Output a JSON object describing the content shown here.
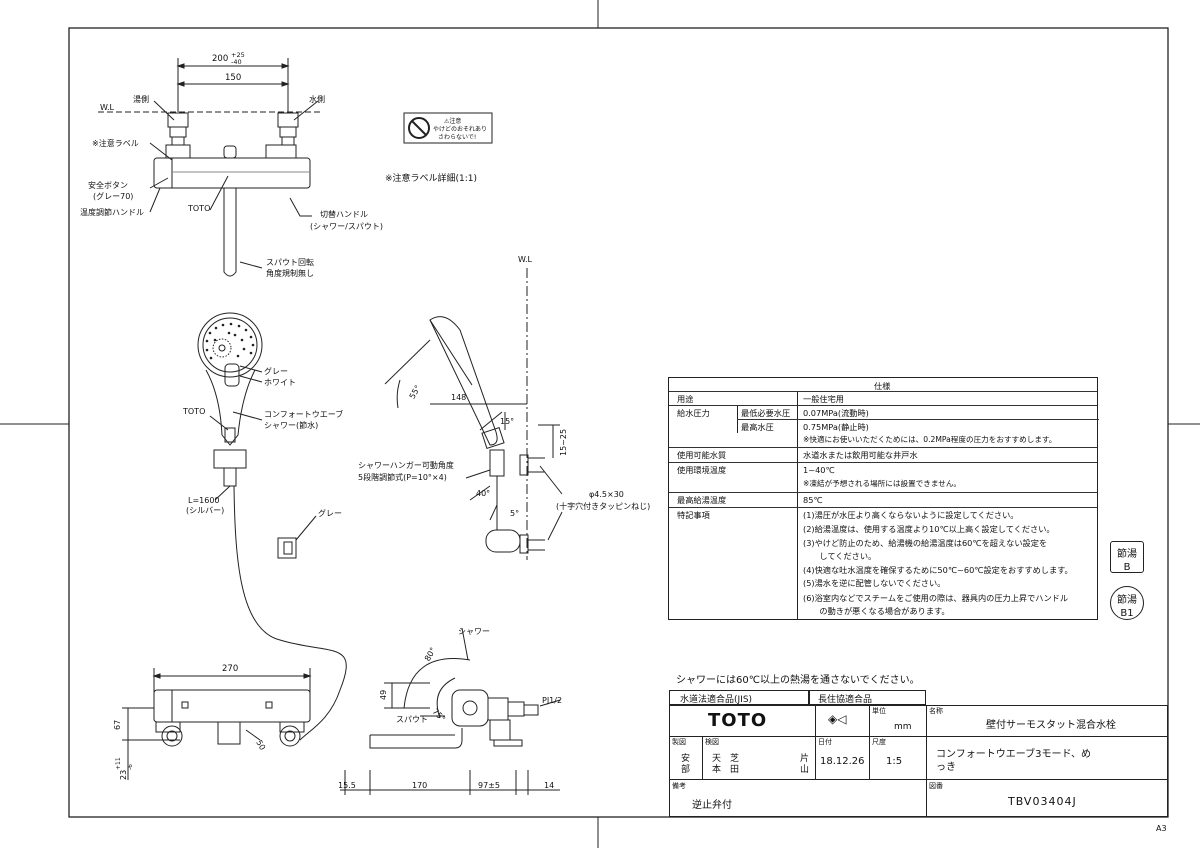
{
  "labels": {
    "hot_side": "湯側",
    "cold_side": "水側",
    "wl_top": "W.L",
    "wl_side": "W.L",
    "caution_label": "※注意ラベル",
    "safety_button": "安全ボタン",
    "safety_button_note": "(グレー70)",
    "temp_handle": "温度調節ハンドル",
    "toto_body": "TOTO",
    "switch_handle": "切替ハンドル",
    "switch_handle_note": "(シャワー/スパウト)",
    "spout_rotation_1": "スパウト回転",
    "spout_rotation_2": "角度規制無し",
    "caution_detail": "※注意ラベル詳細(1:1)",
    "caution_sticker_1": "⚠注意",
    "caution_sticker_2": "やけどのおそれあり",
    "caution_sticker_3": "さわらないで!",
    "gray": "グレー",
    "white": "ホワイト",
    "toto_head": "TOTO",
    "comfort_wave_1": "コンフォートウエーブ",
    "comfort_wave_2": "シャワー(節水)",
    "hose_length": "L=1600",
    "hose_color": "(シルバー)",
    "hanger_gray": "グレー",
    "hanger_adjust_1": "シャワーハンガー可動角度",
    "hanger_adjust_2": "5段階調節式(P=10°×4)",
    "screw_1": "φ4.5×30",
    "screw_2": "(十字穴付きタッピンねじ)",
    "shower": "シャワー",
    "spout": "スパウト",
    "pj": "PJ1/2"
  },
  "dims": {
    "d200": "200",
    "d200_tol_up": "+25",
    "d200_tol_dn": "-40",
    "d150": "150",
    "d55": "55°",
    "d148": "148",
    "d15": "15°",
    "d15_25": "15~25",
    "d40": "40°",
    "d5": "5°",
    "d270": "270",
    "d67": "67",
    "d23": "23",
    "d23_tol_up": "+11",
    "d23_tol_dn": "-6",
    "d50": "50",
    "d49": "49",
    "d80": "80°",
    "d75": "75°",
    "d15_5": "15.5",
    "d170": "170",
    "d97": "97±5",
    "d14": "14"
  },
  "spec": {
    "title": "仕様",
    "rows": [
      {
        "k": "用途",
        "k2": "",
        "v": [
          "一般住宅用"
        ]
      },
      {
        "k": "給水圧力",
        "k2": "最低必要水圧",
        "v": [
          "0.07MPa(流動時)"
        ]
      },
      {
        "k": "",
        "k2": "最高水圧",
        "v": [
          "0.75MPa(静止時)",
          "※快適にお使いいただくためには、0.2MPa程度の圧力をおすすめします。"
        ]
      },
      {
        "k": "使用可能水質",
        "k2": "",
        "v": [
          "水道水または飲用可能な井戸水"
        ]
      },
      {
        "k": "使用環境温度",
        "k2": "",
        "v": [
          "1~40℃",
          "※凍結が予想される場所には設置できません。"
        ]
      },
      {
        "k": "最高給湯温度",
        "k2": "",
        "v": [
          "85℃"
        ]
      },
      {
        "k": "特記事項",
        "k2": "",
        "v": [
          "(1)湯圧が水圧より高くならないように設定してください。",
          "(2)給湯温度は、使用する温度より10℃以上高く設定してください。",
          "(3)やけど防止のため、給湯機の給湯温度は60℃を超えない設定を",
          "　　してください。",
          "(4)快適な吐水温度を確保するために50℃~60℃設定をおすすめします。",
          "(5)湯水を逆に配管しないでください。",
          "(6)浴室内などでスチームをご使用の際は、器具内の圧力上昇でハンドル",
          "　　の動きが悪くなる場合があります。"
        ]
      }
    ]
  },
  "badges": {
    "b1_top": "節湯",
    "b1_bottom": "B",
    "b2_top": "節湯",
    "b2_bottom": "B1"
  },
  "warning": "シャワーには60℃以上の熱湯を通さないでください。",
  "titleblock": {
    "jis": "水道法適合品(JIS)",
    "choju": "長住協適合品",
    "brand": "TOTO",
    "unit_label": "単位",
    "unit": "mm",
    "name_label": "名称",
    "name": "壁付サーモスタット混合水栓",
    "drawn_label": "製図",
    "drawn_1": "安",
    "drawn_2": "部",
    "check_label": "検図",
    "check_1": "天　芝",
    "check_2": "本　田",
    "check_3": "片",
    "check_4": "山",
    "date_label": "日付",
    "date": "18.12.26",
    "scale_label": "尺度",
    "scale": "1:5",
    "model_name_1": "コンフォートウエーブ3モード、め",
    "model_name_2": "っき",
    "note_label": "備考",
    "note": "逆止弁付",
    "drawing_no_label": "図番",
    "drawing_no": "TBV03404J"
  },
  "sheet_size": "A3"
}
